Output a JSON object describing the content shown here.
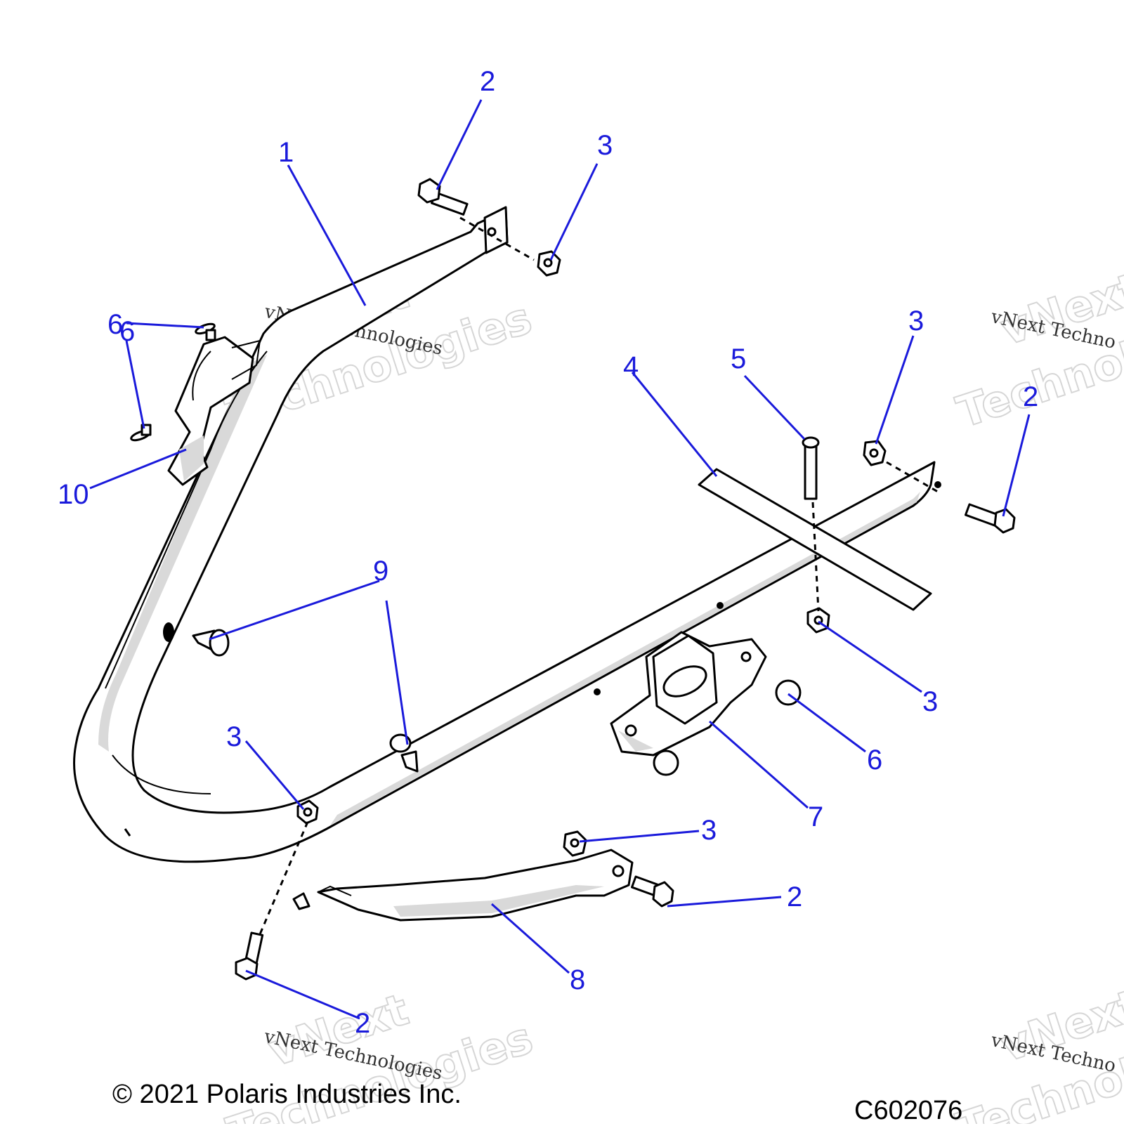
{
  "callouts": {
    "c1": "1",
    "c2a": "2",
    "c3a": "3",
    "c6a": "6",
    "c6b": "6",
    "c10": "10",
    "c4": "4",
    "c5": "5",
    "c3b": "3",
    "c2b": "2",
    "c9": "9",
    "c3c": "3",
    "c6c": "6",
    "c7": "7",
    "c3d": "3",
    "c3e": "3",
    "c2c": "2",
    "c8": "8",
    "c2d": "2"
  },
  "watermark": {
    "line1": "vNext",
    "line2": "Technologies",
    "small": "vNext Technologies",
    "small_cut": "vNext Techno"
  },
  "footer": {
    "copyright": "© 2021 Polaris Industries Inc.",
    "code": "C602076"
  },
  "colors": {
    "callout": "#1a1adb",
    "line": "#000000",
    "shade": "#d9d9d9"
  }
}
